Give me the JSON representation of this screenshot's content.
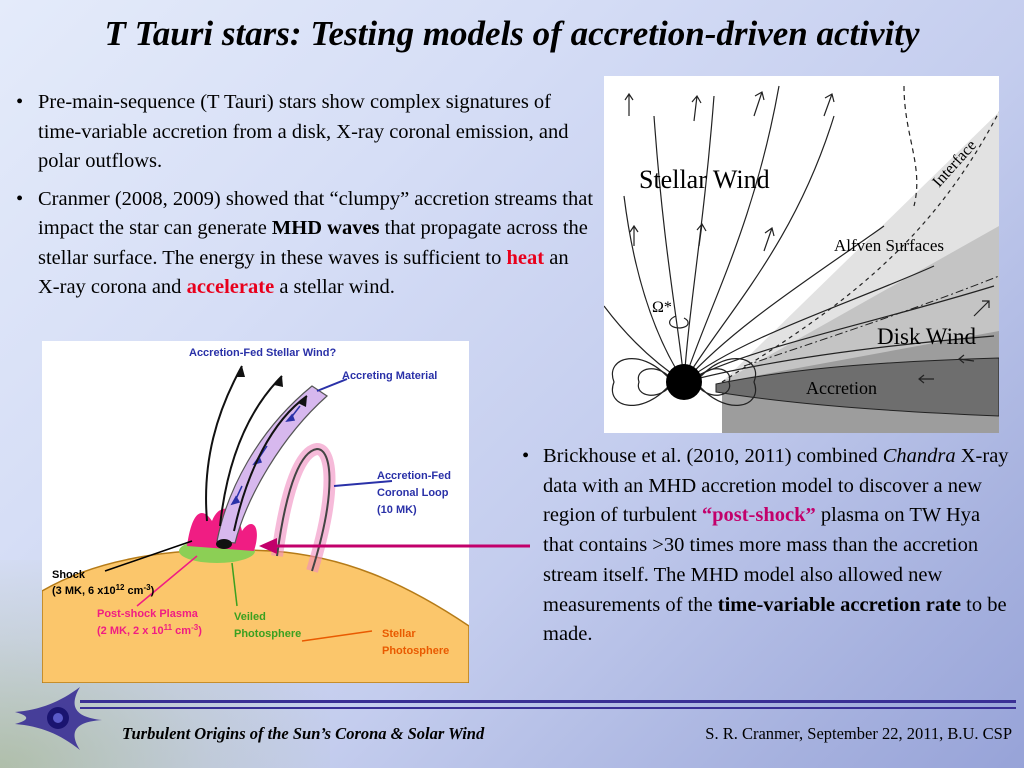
{
  "slide": {
    "title": "T Tauri stars: Testing models of accretion-driven activity"
  },
  "bullets": {
    "b1": "Pre-main-sequence (T Tauri) stars show complex signatures of time-variable accretion from a disk, X-ray coronal emission, and polar outflows.",
    "b2_a": "Cranmer (2008, 2009) showed that “clumpy” accretion streams that impact the star can generate ",
    "b2_mhd": "MHD waves",
    "b2_b": " that propagate across the stellar surface. The energy in these waves is sufficient to ",
    "b2_heat": "heat",
    "b2_c": " an X-ray corona and ",
    "b2_accel": "accelerate",
    "b2_d": " a stellar wind.",
    "b3_a": "Brickhouse et al. (2010, 2011) combined ",
    "b3_chandra": "Chandra",
    "b3_b": " X-ray data with an MHD accretion model to discover a new region of turbulent ",
    "b3_postshock": "“post-shock”",
    "b3_c": " plasma on TW Hya that contains >30 times more mass than the accretion stream itself. The MHD model also allowed new measurements of the ",
    "b3_rate": "time-variable accretion rate",
    "b3_d": " to be made."
  },
  "fig_wind": {
    "stellar_wind": "Stellar Wind",
    "interface": "Interface",
    "alfven": "Alfven Surfaces",
    "omega": "Ω*",
    "disk_wind": "Disk Wind",
    "accretion": "Accretion"
  },
  "fig_loop": {
    "title": "Accretion-Fed Stellar Wind?",
    "accreting": "Accreting Material",
    "loop1": "Accretion-Fed",
    "loop2": "Coronal Loop",
    "loop3": "(10 MK)",
    "shock1": "Shock",
    "shock2": "(3 MK, 6 x10",
    "shock2_exp": "12",
    "shock2_unit": " cm",
    "shock2_exp2": "-3",
    "shock2_end": ")",
    "post1": "Post-shock Plasma",
    "post2": "(2 MK, 2 x 10",
    "post2_exp": "11",
    "post2_unit": " cm",
    "post2_exp2": "-3",
    "post2_end": ")",
    "veiled1": "Veiled",
    "veiled2": "Photosphere",
    "stellar1": "Stellar",
    "stellar2": "Photosphere"
  },
  "footer": {
    "left": "Turbulent Origins of the Sun’s Corona & Solar Wind",
    "right": "S. R. Cranmer, September 22, 2011, B.U. CSP"
  },
  "colors": {
    "highlight_red": "#e8001c",
    "highlight_magenta": "#c2006b",
    "footer_rule": "#3a2f95"
  }
}
